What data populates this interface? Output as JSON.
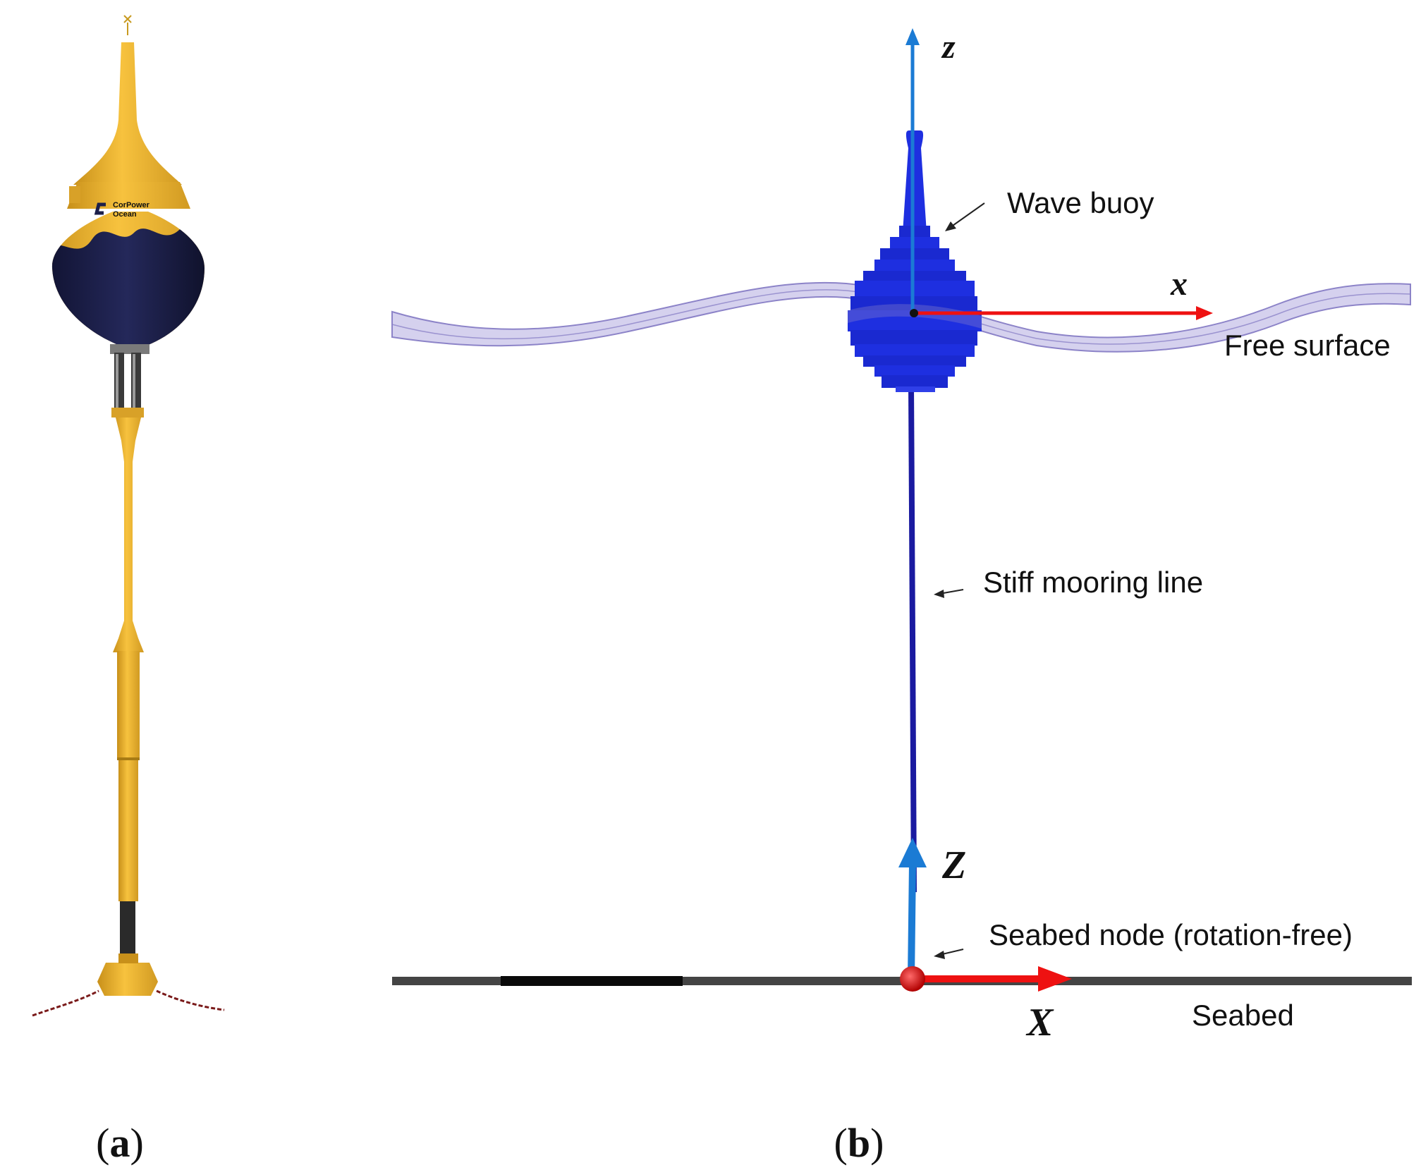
{
  "panels": {
    "a": {
      "open": "(",
      "letter": "a",
      "close": ")"
    },
    "b": {
      "open": "(",
      "letter": "b",
      "close": ")"
    }
  },
  "device": {
    "logo_line1": "CorPower",
    "logo_line2": "Ocean"
  },
  "annotations": {
    "wave_buoy": "Wave buoy",
    "free_surface": "Free surface",
    "stiff_mooring_line": "Stiff mooring line",
    "seabed_node": "Seabed node (rotation-free)",
    "seabed": "Seabed"
  },
  "axes": {
    "local_z": "z",
    "local_x": "x",
    "global_z": "Z",
    "global_x": "X"
  },
  "colors": {
    "buoy_yellow": "#f4b731",
    "buoy_navy": "#1c1f4a",
    "model_blue": "#1e2fe0",
    "axis_z_blue": "#1b7bd4",
    "axis_x_red": "#ee1111",
    "wave_purple": "#9a8fd0",
    "seabed_gray": "#444444"
  }
}
